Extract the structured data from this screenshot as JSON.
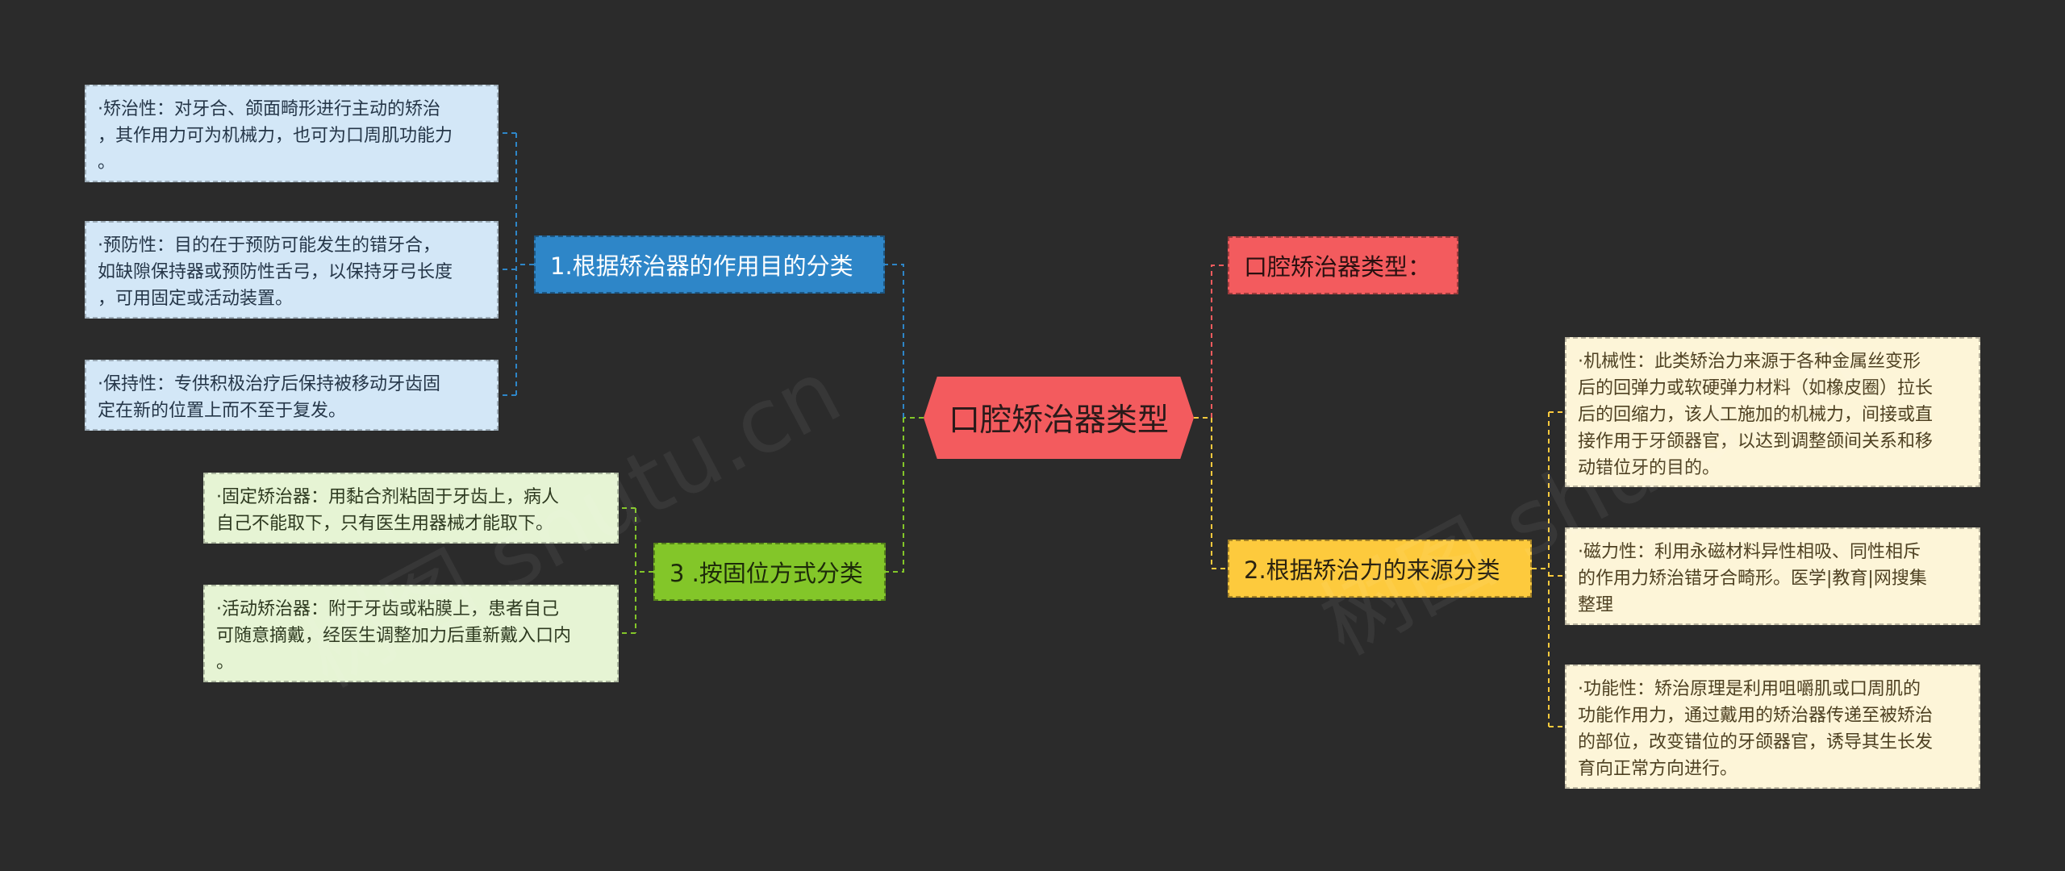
{
  "center": {
    "label": "口腔矫治器类型"
  },
  "branches": {
    "purpose": {
      "label": "1.根据矫治器的作用目的分类",
      "items": [
        [
          "·矫治性：对牙合、颌面畸形进行主动的矫治",
          "，其作用力可为机械力，也可为口周肌功能力",
          "。"
        ],
        [
          "·预防性：目的在于预防可能发生的错牙合，",
          "如缺隙保持器或预防性舌弓，以保持牙弓长度",
          "，可用固定或活动装置。"
        ],
        [
          "·保持性：专供积极治疗后保持被移动牙齿固",
          "定在新的位置上而不至于复发。"
        ]
      ]
    },
    "fixation": {
      "label": "3 .按固位方式分类",
      "items": [
        [
          "·固定矫治器：用黏合剂粘固于牙齿上，病人",
          "自己不能取下，只有医生用器械才能取下。"
        ],
        [
          "·活动矫治器：附于牙齿或粘膜上，患者自己",
          "可随意摘戴，经医生调整加力后重新戴入口内",
          "。"
        ]
      ]
    },
    "types": {
      "label": "口腔矫治器类型："
    },
    "force": {
      "label": "2.根据矫治力的来源分类",
      "items": [
        [
          "·机械性：此类矫治力来源于各种金属丝变形",
          "后的回弹力或软硬弹力材料（如橡皮圈）拉长",
          "后的回缩力，该人工施加的机械力，间接或直",
          "接作用于牙颌器官，以达到调整颌间关系和移",
          "动错位牙的目的。"
        ],
        [
          "·磁力性：利用永磁材料异性相吸、同性相斥",
          "的作用力矫治错牙合畸形。医学|教育|网搜集",
          "整理"
        ],
        [
          "·功能性：矫治原理是利用咀嚼肌或口周肌的",
          "功能作用力，通过戴用的矫治器传递至被矫治",
          "的部位，改变错位的牙颌器官，诱导其生长发",
          "育向正常方向进行。"
        ]
      ]
    }
  },
  "watermark": {
    "text": "树图 shutu.cn"
  },
  "colors": {
    "background": "#2b2b2b",
    "center": "#f35b5e",
    "blue": "#2e86c8",
    "green": "#83c629",
    "red": "#f35b5e",
    "yellow": "#fdca3d",
    "leaf_blue": "#d3e7f7",
    "leaf_green": "#e6f4d4",
    "leaf_yellow": "#fdf5d8"
  }
}
